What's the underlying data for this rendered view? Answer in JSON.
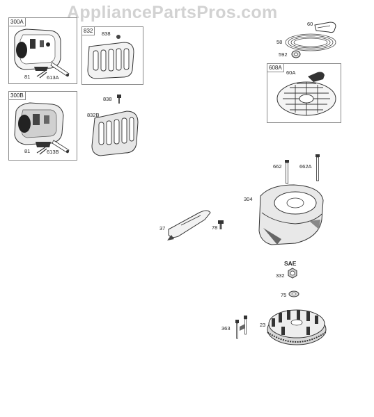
{
  "watermark": "AppliancePartsPros.com",
  "boxes": {
    "b300a": "300A",
    "b832": "832",
    "b300b": "300B",
    "b608a": "608A"
  },
  "labels": {
    "l838a": "838",
    "l81a": "81",
    "l613a": "613A",
    "l838b": "838",
    "l832b": "832B",
    "l81b": "81",
    "l613b": "613B",
    "l60": "60",
    "l58": "58",
    "l592": "592",
    "l60a": "60A",
    "l662": "662",
    "l662a": "662A",
    "l304": "304",
    "l37": "37",
    "l78": "78",
    "lsae": "SAE",
    "l332": "332",
    "l75": "75",
    "l363": "363",
    "l23": "23"
  }
}
